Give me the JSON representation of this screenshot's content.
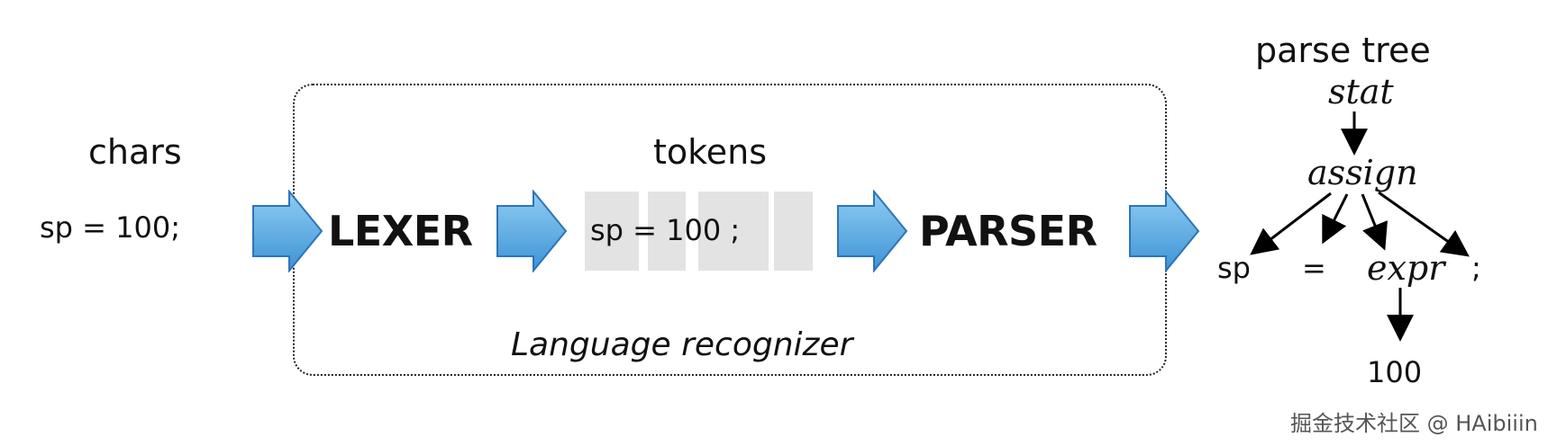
{
  "labels": {
    "chars": "chars",
    "tokens": "tokens",
    "parse_tree": "parse tree"
  },
  "input_text": "sp = 100;",
  "stages": {
    "lexer": "LEXER",
    "parser": "PARSER"
  },
  "region_label": "Language recognizer",
  "token_stream_text": "sp = 100 ;",
  "tree": {
    "root": "stat",
    "assign": "assign",
    "children": [
      "sp",
      "=",
      "expr",
      ";"
    ],
    "expr_child": "100"
  },
  "watermark": "掘金技术社区 @ HAibiiin",
  "colors": {
    "arrow_fill": "#5aaee0",
    "arrow_stroke": "#2d74b8",
    "token_box": "#e3e3e3"
  },
  "icons": [
    "flow-arrow-icon"
  ]
}
